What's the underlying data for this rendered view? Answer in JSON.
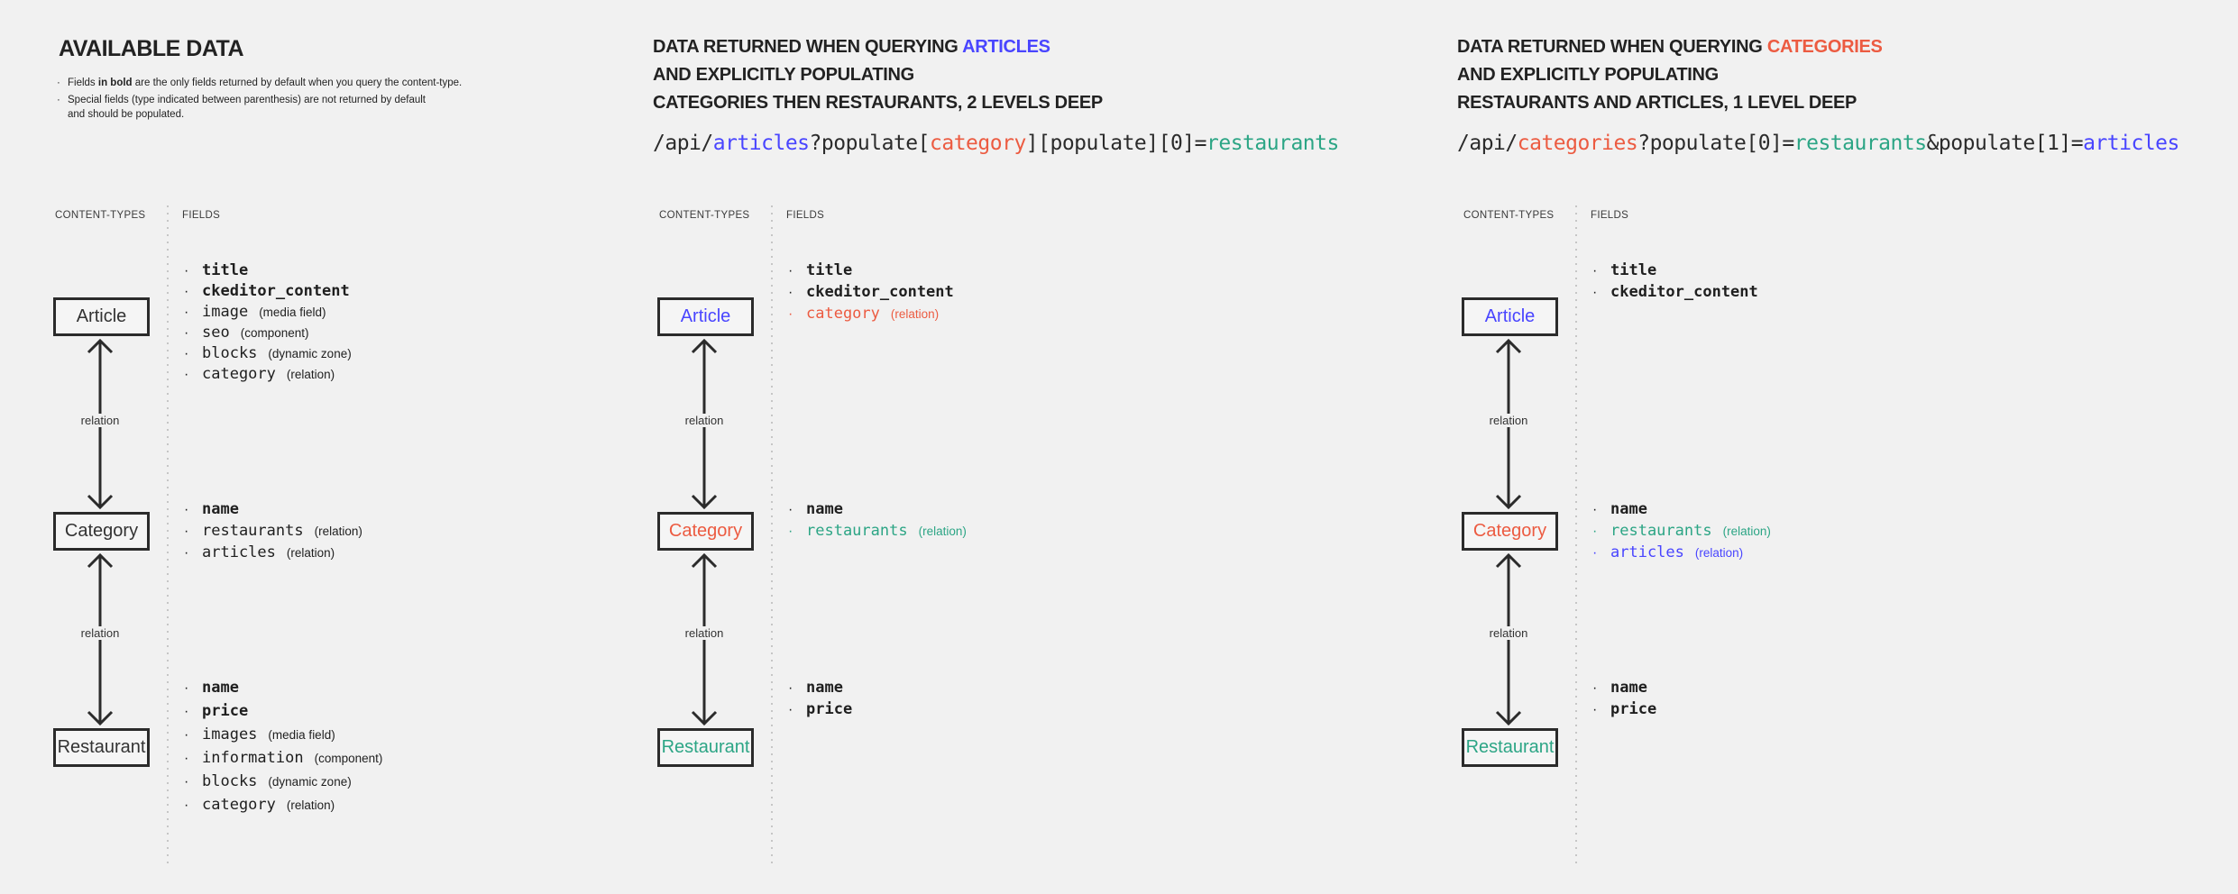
{
  "colors": {
    "bg": "#f1f1f1",
    "ink": "#2b2b2b",
    "blue": "#4945ff",
    "red": "#ec5b41",
    "teal": "#2ca585"
  },
  "available": {
    "title": "AVAILABLE DATA",
    "notes": {
      "n1": {
        "pre": "Fields ",
        "bold": "in bold",
        "post": " are the only fields returned by default when you query the content-type."
      },
      "n2": {
        "line1": "Special fields (type indicated between parenthesis) are not returned by default",
        "line2": "and should be populated."
      }
    }
  },
  "panels": [
    {
      "content_types_label": "CONTENT-TYPES",
      "fields_label": "FIELDS",
      "relations": [
        "relation",
        "relation"
      ],
      "types": [
        {
          "name": "Article",
          "fields": [
            {
              "name": "title"
            },
            {
              "name": "ckeditor_content"
            },
            {
              "name": "image",
              "type": "(media field)"
            },
            {
              "name": "seo",
              "type": "(component)"
            },
            {
              "name": "blocks",
              "type": "(dynamic zone)"
            },
            {
              "name": "category",
              "type": "(relation)"
            }
          ]
        },
        {
          "name": "Category",
          "fields": [
            {
              "name": "name"
            },
            {
              "name": "restaurants",
              "type": "(relation)"
            },
            {
              "name": "articles",
              "type": "(relation)"
            }
          ]
        },
        {
          "name": "Restaurant",
          "fields": [
            {
              "name": "name"
            },
            {
              "name": "price"
            },
            {
              "name": "images",
              "type": "(media field)"
            },
            {
              "name": "information",
              "type": "(component)"
            },
            {
              "name": "blocks",
              "type": "(dynamic zone)"
            },
            {
              "name": "category",
              "type": "(relation)"
            }
          ]
        }
      ]
    },
    {
      "title": {
        "prefix": "DATA RETURNED WHEN QUERYING ",
        "highlight": "ARTICLES",
        "line2": "AND EXPLICITLY POPULATING",
        "line3": "CATEGORIES THEN RESTAURANTS, 2 LEVELS DEEP"
      },
      "api": [
        {
          "text": "/api/"
        },
        {
          "text": "articles"
        },
        {
          "text": "?populate["
        },
        {
          "text": "category"
        },
        {
          "text": "][populate][0]="
        },
        {
          "text": "restaurants"
        }
      ],
      "content_types_label": "CONTENT-TYPES",
      "fields_label": "FIELDS",
      "relations": [
        "relation",
        "relation"
      ],
      "types": [
        {
          "name": "Article",
          "fields": [
            {
              "name": "title"
            },
            {
              "name": "ckeditor_content"
            },
            {
              "name": "category",
              "type": "(relation)"
            }
          ]
        },
        {
          "name": "Category",
          "fields": [
            {
              "name": "name"
            },
            {
              "name": "restaurants",
              "type": "(relation)"
            }
          ]
        },
        {
          "name": "Restaurant",
          "fields": [
            {
              "name": "name"
            },
            {
              "name": "price"
            }
          ]
        }
      ]
    },
    {
      "title": {
        "prefix": "DATA RETURNED WHEN QUERYING ",
        "highlight": "CATEGORIES",
        "line2": "AND EXPLICITLY POPULATING",
        "line3": "RESTAURANTS AND ARTICLES, 1 LEVEL DEEP"
      },
      "api": [
        {
          "text": "/api/"
        },
        {
          "text": "categories"
        },
        {
          "text": "?populate[0]="
        },
        {
          "text": "restaurants"
        },
        {
          "text": "&populate[1]="
        },
        {
          "text": "articles"
        }
      ],
      "content_types_label": "CONTENT-TYPES",
      "fields_label": "FIELDS",
      "relations": [
        "relation",
        "relation"
      ],
      "types": [
        {
          "name": "Article",
          "fields": [
            {
              "name": "title"
            },
            {
              "name": "ckeditor_content"
            }
          ]
        },
        {
          "name": "Category",
          "fields": [
            {
              "name": "name"
            },
            {
              "name": "restaurants",
              "type": "(relation)"
            },
            {
              "name": "articles",
              "type": "(relation)"
            }
          ]
        },
        {
          "name": "Restaurant",
          "fields": [
            {
              "name": "name"
            },
            {
              "name": "price"
            }
          ]
        }
      ]
    }
  ]
}
